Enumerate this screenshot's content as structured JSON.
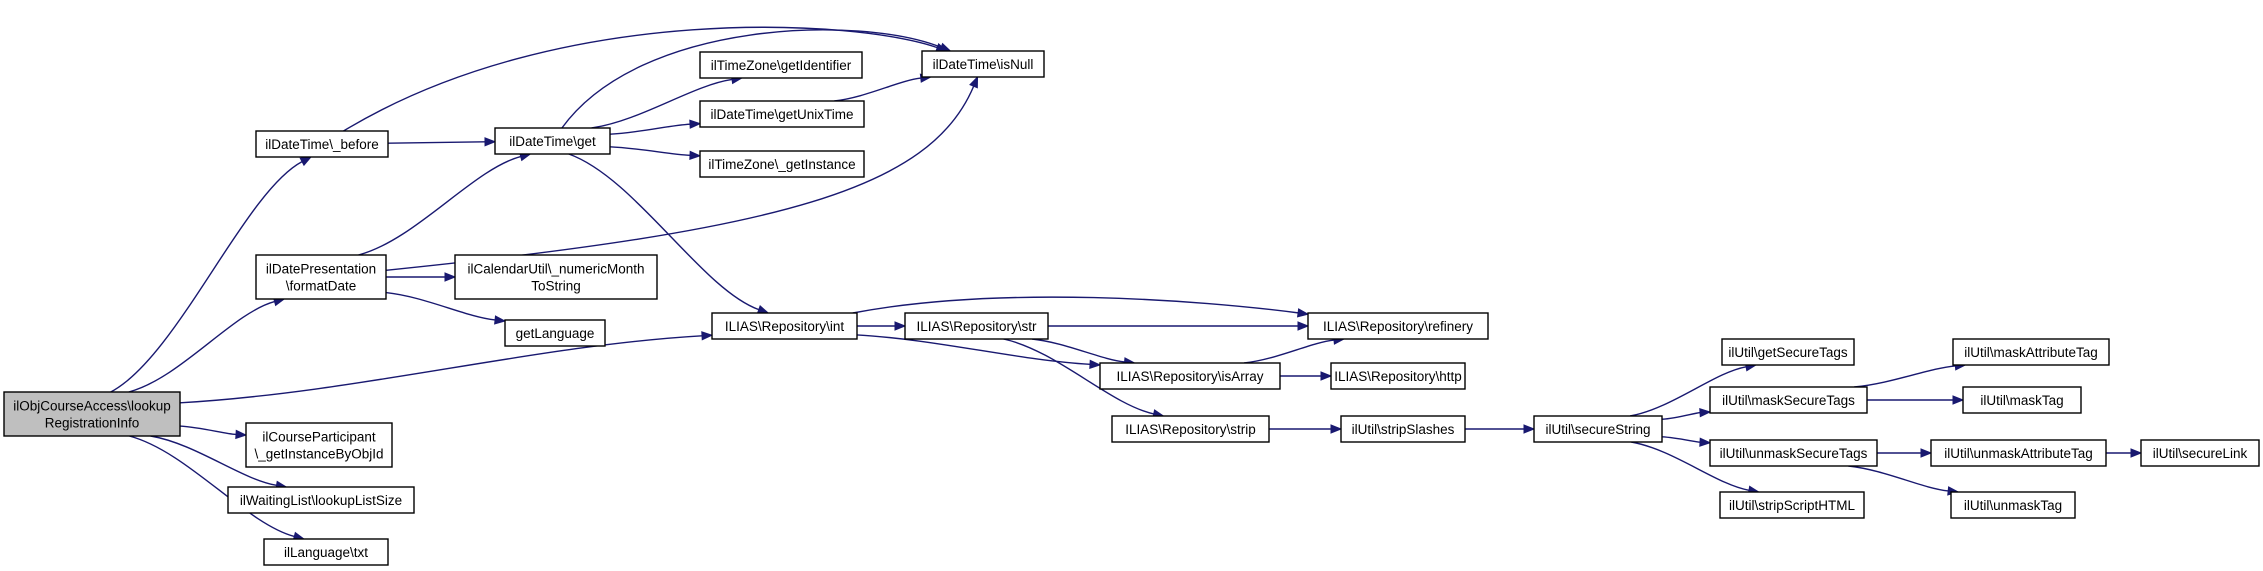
{
  "nodes": [
    {
      "id": "root",
      "lines": [
        "ilObjCourseAccess\\lookup",
        "RegistrationInfo"
      ],
      "root": true
    },
    {
      "id": "dt_before",
      "lines": [
        "ilDateTime\\_before"
      ]
    },
    {
      "id": "dp_format",
      "lines": [
        "ilDatePresentation",
        "\\formatDate"
      ]
    },
    {
      "id": "cp_inst",
      "lines": [
        "ilCourseParticipant",
        "\\_getInstanceByObjId"
      ]
    },
    {
      "id": "wl_size",
      "lines": [
        "ilWaitingList\\lookupListSize"
      ]
    },
    {
      "id": "lang_txt",
      "lines": [
        "ilLanguage\\txt"
      ]
    },
    {
      "id": "dt_get",
      "lines": [
        "ilDateTime\\get"
      ]
    },
    {
      "id": "cal_num",
      "lines": [
        "ilCalendarUtil\\_numericMonth",
        "ToString"
      ]
    },
    {
      "id": "get_lang",
      "lines": [
        "getLanguage"
      ]
    },
    {
      "id": "tz_ident",
      "lines": [
        "ilTimeZone\\getIdentifier"
      ]
    },
    {
      "id": "dt_unix",
      "lines": [
        "ilDateTime\\getUnixTime"
      ]
    },
    {
      "id": "tz_inst",
      "lines": [
        "ilTimeZone\\_getInstance"
      ]
    },
    {
      "id": "dt_isnull",
      "lines": [
        "ilDateTime\\isNull"
      ]
    },
    {
      "id": "repo_int",
      "lines": [
        "ILIAS\\Repository\\int"
      ]
    },
    {
      "id": "repo_str",
      "lines": [
        "ILIAS\\Repository\\str"
      ]
    },
    {
      "id": "repo_isarray",
      "lines": [
        "ILIAS\\Repository\\isArray"
      ]
    },
    {
      "id": "repo_strip",
      "lines": [
        "ILIAS\\Repository\\strip"
      ]
    },
    {
      "id": "repo_refinery",
      "lines": [
        "ILIAS\\Repository\\refinery"
      ]
    },
    {
      "id": "repo_http",
      "lines": [
        "ILIAS\\Repository\\http"
      ]
    },
    {
      "id": "u_stripslashes",
      "lines": [
        "ilUtil\\stripSlashes"
      ]
    },
    {
      "id": "u_securestring",
      "lines": [
        "ilUtil\\secureString"
      ]
    },
    {
      "id": "u_getsecuretags",
      "lines": [
        "ilUtil\\getSecureTags"
      ]
    },
    {
      "id": "u_masksecuretags",
      "lines": [
        "ilUtil\\maskSecureTags"
      ]
    },
    {
      "id": "u_unmasksecuretags",
      "lines": [
        "ilUtil\\unmaskSecureTags"
      ]
    },
    {
      "id": "u_stripscript",
      "lines": [
        "ilUtil\\stripScriptHTML"
      ]
    },
    {
      "id": "u_maskattr",
      "lines": [
        "ilUtil\\maskAttributeTag"
      ]
    },
    {
      "id": "u_masktag",
      "lines": [
        "ilUtil\\maskTag"
      ]
    },
    {
      "id": "u_unmaskattr",
      "lines": [
        "ilUtil\\unmaskAttributeTag"
      ]
    },
    {
      "id": "u_unmasktag",
      "lines": [
        "ilUtil\\unmaskTag"
      ]
    },
    {
      "id": "u_securelink",
      "lines": [
        "ilUtil\\secureLink"
      ]
    }
  ],
  "edges": [
    [
      "root",
      "dt_before"
    ],
    [
      "root",
      "dp_format"
    ],
    [
      "root",
      "repo_int"
    ],
    [
      "root",
      "cp_inst"
    ],
    [
      "root",
      "wl_size"
    ],
    [
      "root",
      "lang_txt"
    ],
    [
      "dt_before",
      "dt_get"
    ],
    [
      "dt_before",
      "dt_isnull"
    ],
    [
      "dp_format",
      "dt_get"
    ],
    [
      "dp_format",
      "dt_isnull"
    ],
    [
      "dp_format",
      "cal_num"
    ],
    [
      "dp_format",
      "get_lang"
    ],
    [
      "dt_get",
      "dt_isnull"
    ],
    [
      "dt_get",
      "tz_ident"
    ],
    [
      "dt_get",
      "dt_unix"
    ],
    [
      "dt_get",
      "tz_inst"
    ],
    [
      "dt_get",
      "repo_int"
    ],
    [
      "dt_unix",
      "dt_isnull"
    ],
    [
      "repo_int",
      "repo_refinery"
    ],
    [
      "repo_int",
      "repo_str"
    ],
    [
      "repo_int",
      "repo_isarray"
    ],
    [
      "repo_str",
      "repo_refinery"
    ],
    [
      "repo_str",
      "repo_isarray"
    ],
    [
      "repo_str",
      "repo_strip"
    ],
    [
      "repo_isarray",
      "repo_refinery"
    ],
    [
      "repo_isarray",
      "repo_http"
    ],
    [
      "repo_strip",
      "u_stripslashes"
    ],
    [
      "u_stripslashes",
      "u_securestring"
    ],
    [
      "u_securestring",
      "u_getsecuretags"
    ],
    [
      "u_securestring",
      "u_masksecuretags"
    ],
    [
      "u_securestring",
      "u_unmasksecuretags"
    ],
    [
      "u_securestring",
      "u_stripscript"
    ],
    [
      "u_masksecuretags",
      "u_maskattr"
    ],
    [
      "u_masksecuretags",
      "u_masktag"
    ],
    [
      "u_unmasksecuretags",
      "u_unmaskattr"
    ],
    [
      "u_unmasksecuretags",
      "u_unmasktag"
    ],
    [
      "u_unmaskattr",
      "u_securelink"
    ]
  ]
}
